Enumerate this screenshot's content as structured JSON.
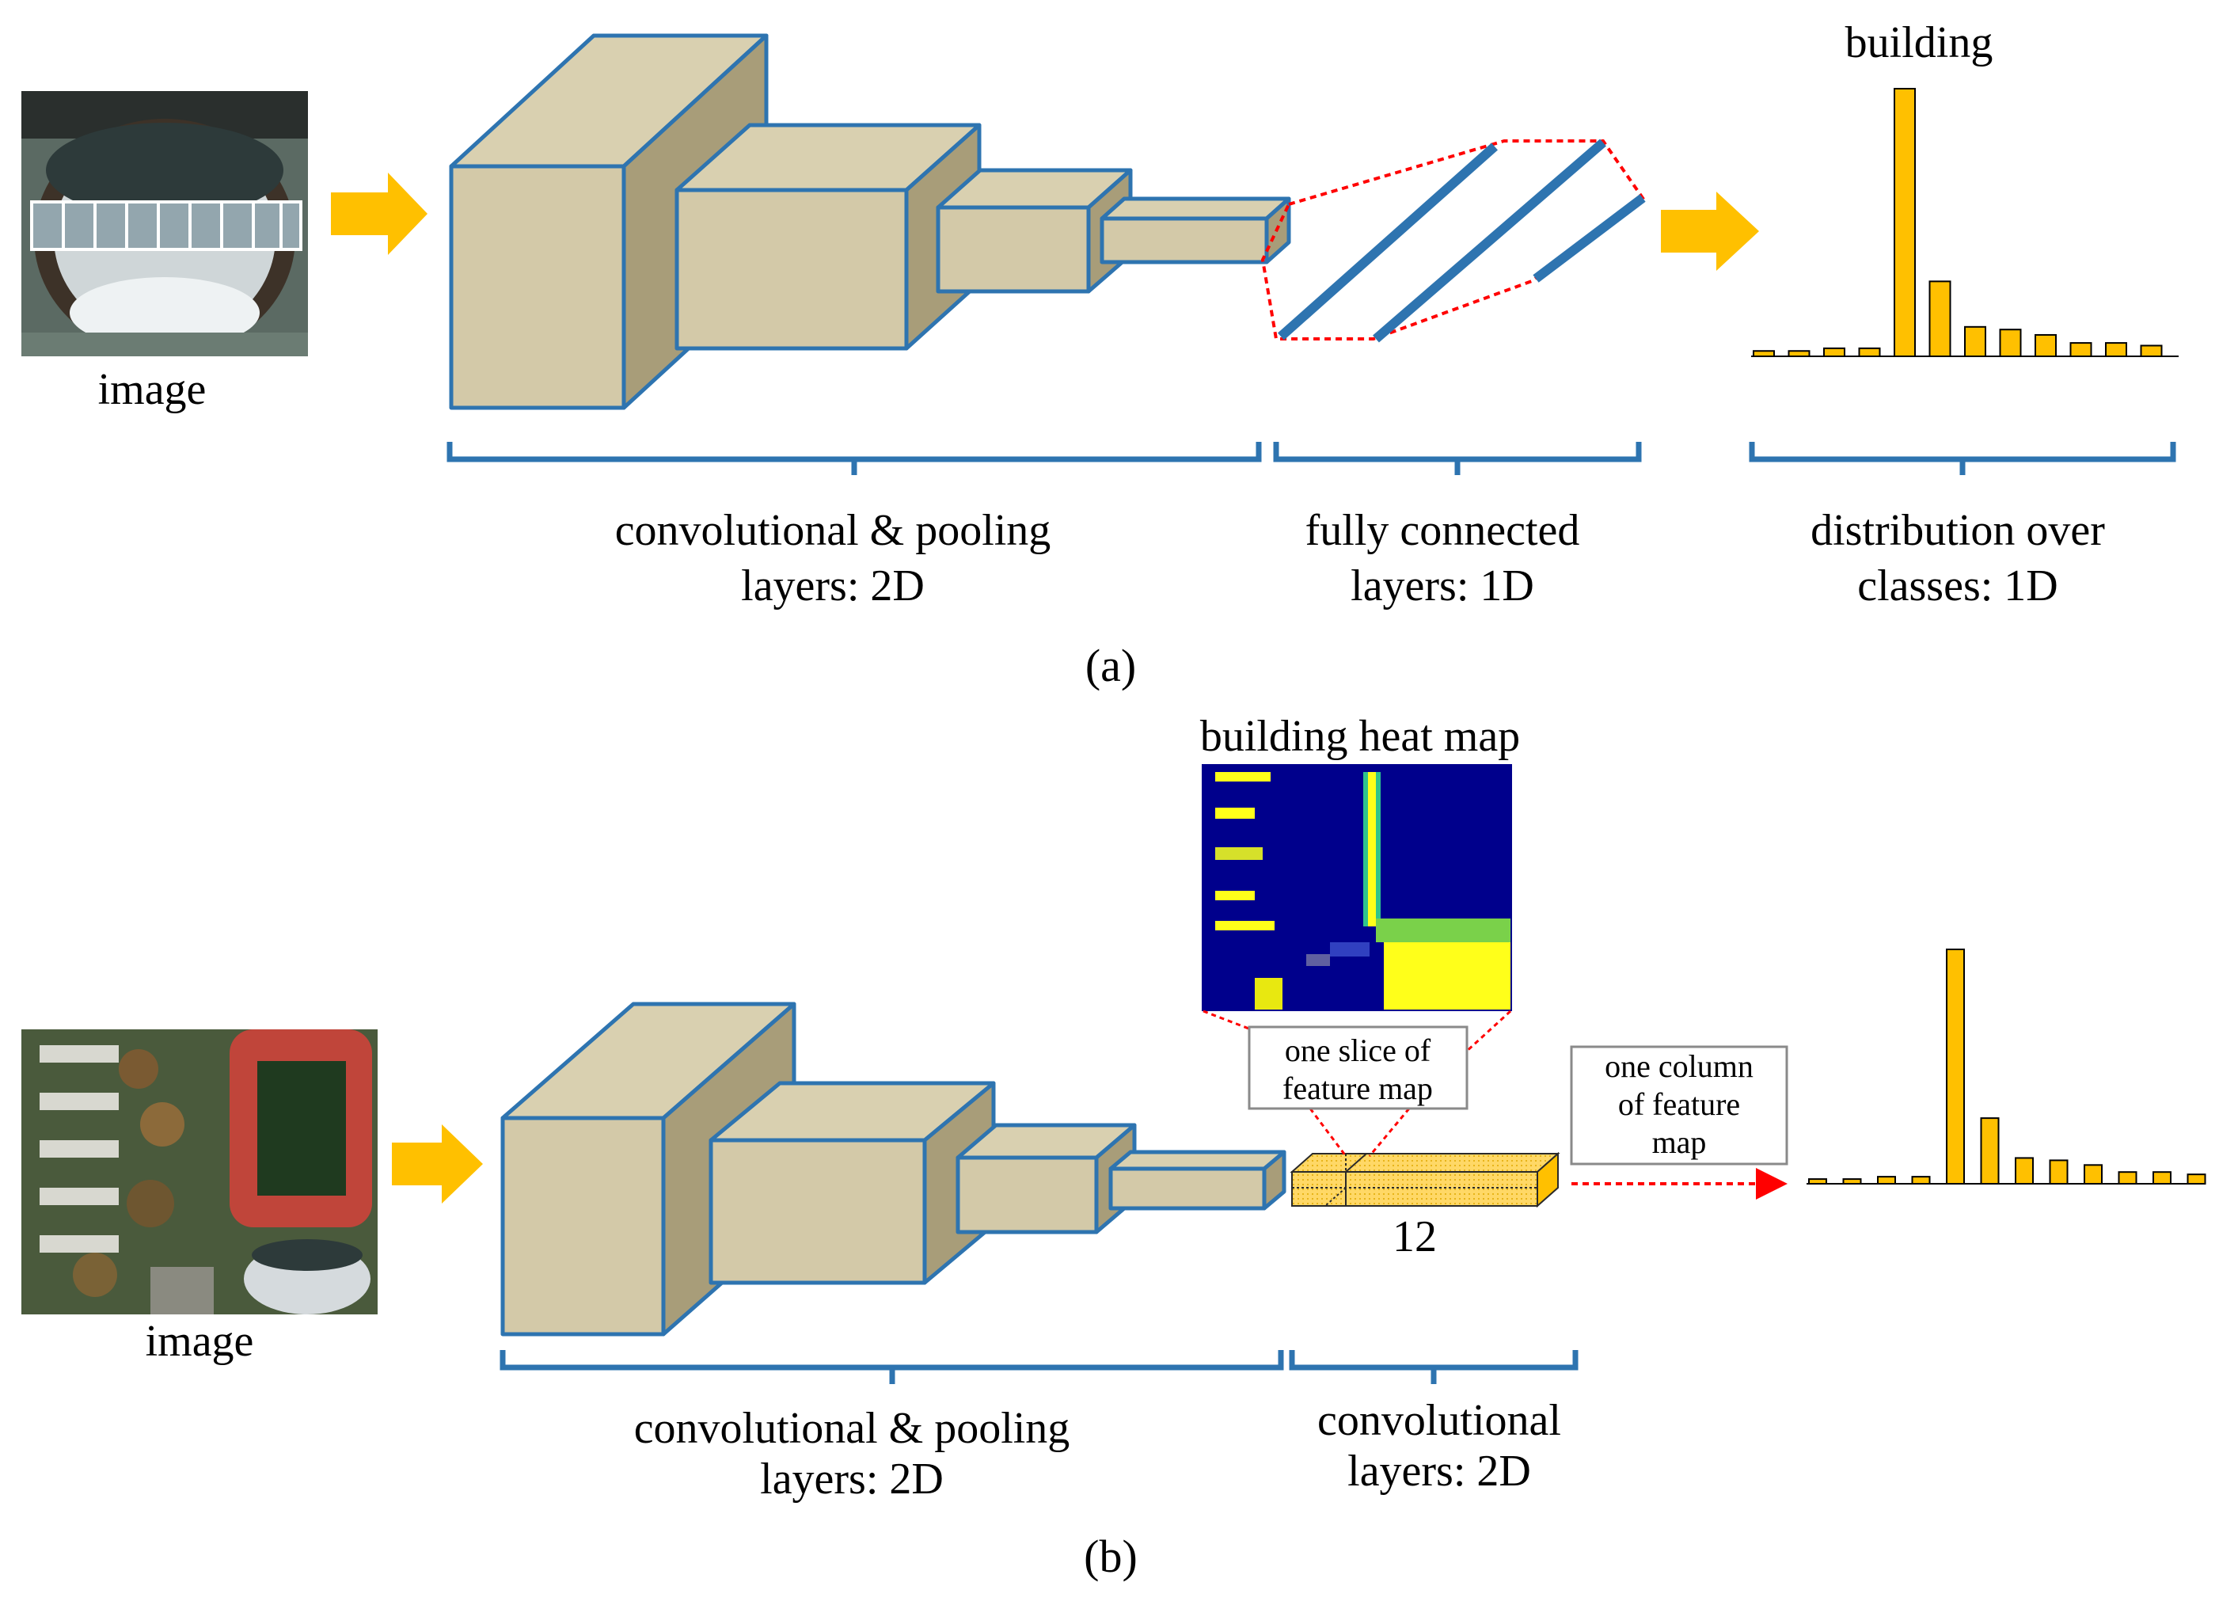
{
  "colors": {
    "box_fill_front": "#d3c9a8",
    "box_fill_side": "#a89d79",
    "box_fill_top": "#d9d0b0",
    "box_stroke": "#2e74b0",
    "bracket": "#2e74b0",
    "arrow": "#ffc000",
    "dashed": "#ff0000",
    "bars": "#ffc000",
    "heat_bg": "#00008c"
  },
  "panel_a": {
    "image_label": "image",
    "class_label": "building",
    "bracket_labels": [
      [
        "convolutional & pooling",
        "layers: 2D"
      ],
      [
        "fully connected",
        "layers: 1D"
      ],
      [
        "distribution over",
        "classes: 1D"
      ]
    ],
    "panel_label": "(a)",
    "bar_values": [
      0.02,
      0.02,
      0.03,
      0.03,
      1.0,
      0.28,
      0.11,
      0.1,
      0.08,
      0.05,
      0.05,
      0.04
    ]
  },
  "panel_b": {
    "image_label": "image",
    "heat_map_label": "building heat map",
    "slice_label": [
      "one slice of",
      "feature map"
    ],
    "column_label": [
      "one column",
      "of feature",
      "map"
    ],
    "depth_label": "12",
    "bracket_labels": [
      [
        "convolutional & pooling",
        "layers: 2D"
      ],
      [
        "convolutional",
        "layers: 2D"
      ]
    ],
    "panel_label": "(b)",
    "bar_values": [
      0.02,
      0.02,
      0.03,
      0.03,
      1.0,
      0.28,
      0.11,
      0.1,
      0.08,
      0.05,
      0.05,
      0.04
    ]
  },
  "icons": [
    "satellite-image-stadium",
    "satellite-image-campus",
    "right-arrow-icon",
    "heat-map-image"
  ]
}
